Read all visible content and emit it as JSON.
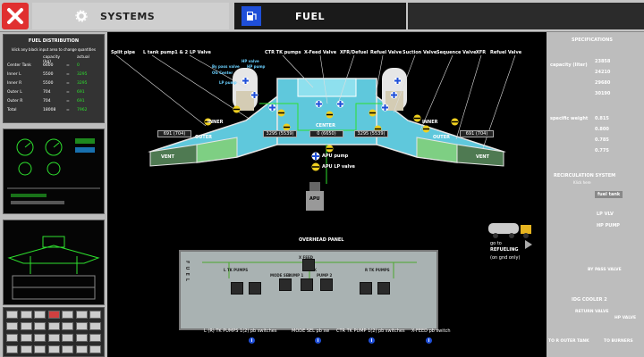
{
  "header": {
    "systems_label": "SYSTEMS",
    "fuel_label": "FUEL"
  },
  "fuel_distribution": {
    "title": "FUEL DISTRIBUTION",
    "hint": "klick any black input area to change quantities",
    "col_capacity": "capacity (kg)",
    "col_actual": "actual",
    "rows": [
      {
        "name": "Center Tank",
        "capacity": "6600",
        "actual": "0"
      },
      {
        "name": "Inner L",
        "capacity": "5500",
        "actual": "3295"
      },
      {
        "name": "Inner R",
        "capacity": "5500",
        "actual": "3295"
      },
      {
        "name": "Outer L",
        "capacity": "704",
        "actual": "691"
      },
      {
        "name": "Outer R",
        "capacity": "704",
        "actual": "691"
      },
      {
        "name": "Total",
        "capacity": "18008",
        "actual": "7962"
      }
    ]
  },
  "callouts": {
    "split_pipe": "Split pipe",
    "ltank_pump": "L tank pump1 & 2",
    "lp_valve_top": "LP Valve",
    "ctr_tk_pumps": "CTR TK pumps",
    "xfeed_valve": "X-Feed Valve",
    "xfr_defuel": "XFR/Defuel",
    "refuel_valve_1": "Refuel Valve",
    "suction_valve": "Suction Valve",
    "sequence_valve": "Sequence Valve",
    "xfr": "XFR",
    "refuel_valve_2": "Refuel Valve",
    "bypass_valve": "By pass valve",
    "og_center": "OG Center",
    "hp_valve": "HP valve",
    "hp_pump": "HP pump",
    "lp_pump": "LP pump"
  },
  "wing": {
    "inner_l": "INNER",
    "inner_r": "INNER",
    "outer_l": "OUTER",
    "outer_r": "OUTER",
    "center": "CENTER",
    "vent_l": "VENT",
    "vent_r": "VENT",
    "apu": "APU",
    "box_outer_l": "691  (704)",
    "box_inner_l": "3295 (5539)",
    "box_center": "0   (6650)",
    "box_inner_r": "3295 (5539)",
    "box_outer_r": "691  (704)"
  },
  "legend": {
    "apu_pump": "APU pump",
    "apu_lp_valve": "APU LP valve"
  },
  "overhead": {
    "title": "OVERHEAD PANEL",
    "side_label": "FUEL",
    "ltk_pumps": "L TK PUMPS",
    "rtk_pumps": "R TK PUMPS",
    "ctr_tk": "CTR TK",
    "x_feed": "X FEED",
    "mode_sel": "MODE SEL",
    "pump1": "PUMP 1",
    "pump2": "PUMP 2",
    "cap_lr": "L (R) TK PUMPS 1(2) pb switches",
    "cap_mode": "MODE SEL pb sw",
    "cap_ctr": "CTR TK PUMP 1(2) pb switches",
    "cap_xfeed": "X-FEED pb switch"
  },
  "specifications": {
    "title": "SPECIFICATIONS",
    "capacity_label": "capacity (liter)",
    "capacity_values": [
      "23858",
      "24210",
      "29680",
      "30190"
    ],
    "weight_label": "specific weight",
    "weight_values": [
      "0.815",
      "0.800",
      "0.785",
      "0.775"
    ]
  },
  "recirculation": {
    "title": "RECIRCULATION SYSTEM",
    "sub": "Klick here",
    "button": "fuel tank",
    "lp_vlv": "LP VLV",
    "hp_pump": "HP PUMP",
    "bypass": "BY PASS VALVE",
    "ig_cooler": "IDG COOLER 2",
    "return_valve": "RETURN VALVE",
    "hp_valve": "HP VALVE",
    "to_outer": "TO R OUTER TANK",
    "to_burners": "TO BURNERS"
  },
  "refueling": {
    "goto": "go to",
    "label": "REFUELING",
    "note": "(on gnd only)"
  },
  "colors": {
    "accent_red": "#e03030",
    "accent_blue": "#1f4fd8",
    "wing_cyan": "#5fc8dc",
    "vent_green": "#4f7a52",
    "actual_green": "#2ee02e"
  }
}
